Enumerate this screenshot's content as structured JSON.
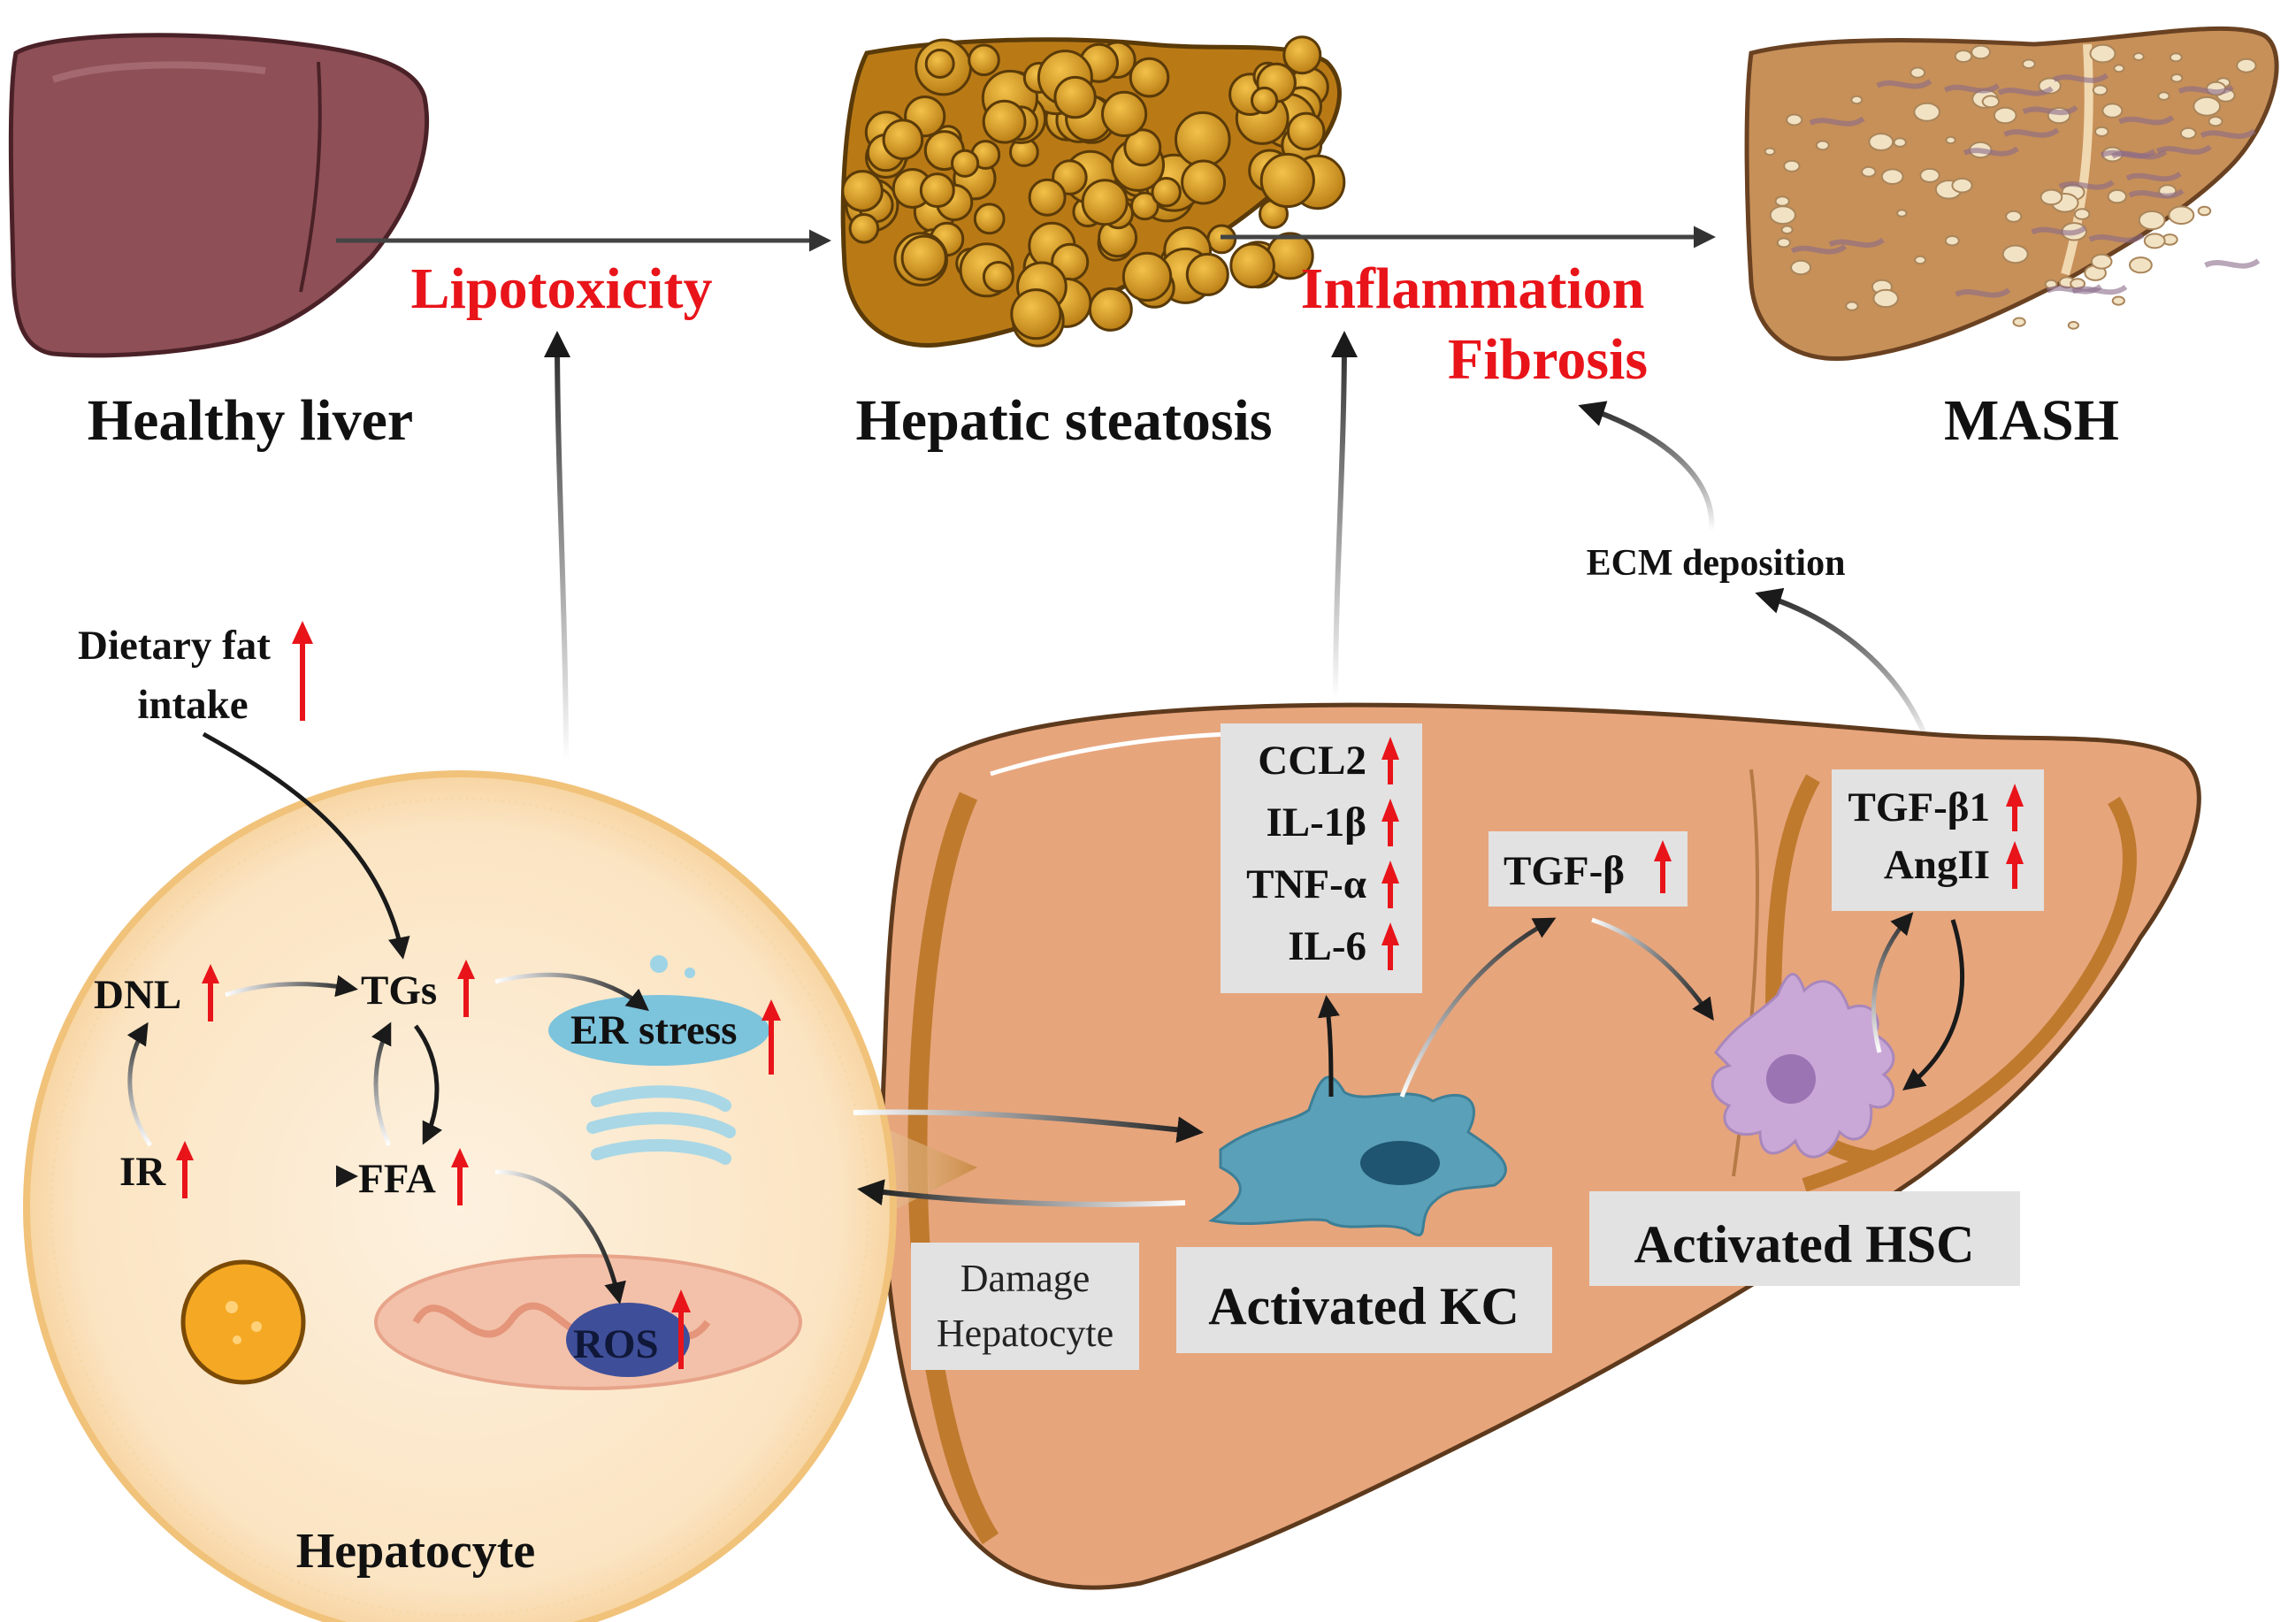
{
  "stages": {
    "healthy": "Healthy liver",
    "steatosis": "Hepatic steatosis",
    "mash": "MASH"
  },
  "processes": {
    "lipotoxicity": "Lipotoxicity",
    "inflammation": "Inflammation",
    "fibrosis": "Fibrosis"
  },
  "hepatocyte": {
    "title": "Hepatocyte",
    "dietary_fat_line1": "Dietary fat",
    "dietary_fat_line2": "intake",
    "dnl": "DNL",
    "tgs": "TGs",
    "ir": "IR",
    "ffa": "FFA",
    "er_stress": "ER stress",
    "ros": "ROS"
  },
  "damage": {
    "line1": "Damage",
    "line2": "Hepatocyte"
  },
  "kc": {
    "label": "Activated KC",
    "cytokines": [
      "CCL2",
      "IL-1β",
      "TNF-α",
      "IL-6"
    ],
    "tgf": "TGF-β"
  },
  "hsc": {
    "label": "Activated HSC",
    "factors": [
      "TGF-β1",
      "AngII"
    ]
  },
  "ecm": "ECM deposition",
  "colors": {
    "red": "#e8141a",
    "liver_healthy": "#8e4f57",
    "liver_big": "#e7a57c",
    "steatosis": "#c98e1a",
    "kc_cell": "#5aa0b8",
    "hsc_cell": "#c9a8d8",
    "label_box": "#e2e2e2"
  }
}
